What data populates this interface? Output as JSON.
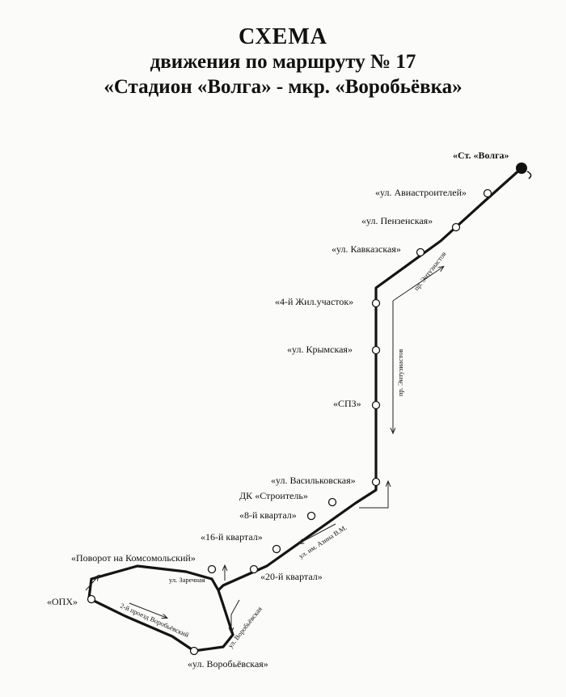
{
  "title": {
    "line1": "СХЕМА",
    "line2": "движения по маршруту № 17",
    "line3": "«Стадион «Волга» - мкр. «Воробьёвка»"
  },
  "stops": {
    "st_volga": "«Ст. «Волга»",
    "aviastroiteley": "«ул. Авиастроителей»",
    "penzenskaya": "«ул. Пензенская»",
    "kavkazskaya": "«ул. Кавказская»",
    "zhiluchastok": "«4-й Жил.участок»",
    "krymskaya": "«ул. Крымская»",
    "spz": "«СПЗ»",
    "vasilkovskaya": "«ул. Васильковская»",
    "dk_stroitel": "ДК «Строитель»",
    "kvartal8": "«8-й квартал»",
    "kvartal16": "«16-й квартал»",
    "kvartal20": "«20-й квартал»",
    "povorot": "«Поворот на Комсомольский»",
    "oph": "«ОПХ»",
    "vorobyovskaya": "«ул. Воробьёвская»"
  },
  "streets": {
    "entuziastov_top": "пр. Энтузиастов",
    "entuziastov_side": "пр. Энтузиастов",
    "azina": "ул. им. Азина В.М.",
    "zarechnaya": "ул. Заречная",
    "vorobyovskaya_st": "ул. Воробьёвская",
    "proezd2": "2-й проезд Воробьёвский"
  },
  "colors": {
    "route": "#141414",
    "stop_fill": "#ffffff",
    "terminal": "#111111"
  }
}
